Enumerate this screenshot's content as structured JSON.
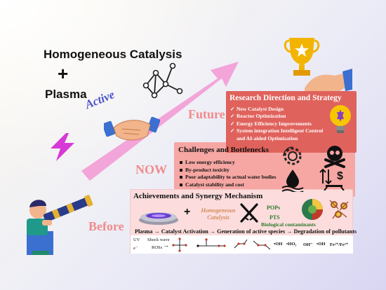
{
  "header": {
    "title": "Homogeneous Catalysis",
    "plus": "+",
    "subtitle": "Plasma"
  },
  "labels": {
    "active": "Active",
    "future": "Future",
    "now": "NOW",
    "before": "Before"
  },
  "future_panel": {
    "title": "Research Direction and Strategy",
    "check_glyph": "✓",
    "items": [
      "New Catalyst Design",
      "Reactor Optimization",
      "Energy Efficiency Improvements",
      "System integration Intelligent Control",
      "and AI-aided Optimization"
    ]
  },
  "now_panel": {
    "title": "Challenges and Bottlenecks",
    "items": [
      "Low energy efficiency",
      "By-product toxicity",
      "Poor adaptability to actual water bodies",
      "Catalyst stability and cost"
    ]
  },
  "before_panel": {
    "title": "Achievements and Synergy Mechanism",
    "plus": "+",
    "catalysis_line1": "Homogeneous",
    "catalysis_line2": "Catalysis",
    "pollutant1": "POPs",
    "pollutant2": "PTS",
    "contaminants": "Biological contaminants",
    "mechanism": "Plasma → Catalyst Activation → Generation of active species → Degradation of pollutants"
  },
  "species": {
    "uv": "UV",
    "shock_wave": "Shock wave",
    "ros": "ROSs",
    "electron": "e⁻",
    "arrow": "→",
    "oh1": "•OH",
    "ho2": "•HO₂",
    "oh_minus": "OH⁻",
    "oh2": "•OH",
    "iron": "Fe²⁺/Fe³⁺"
  },
  "colors": {
    "future_panel": "#e0625c",
    "now_panel": "#f6a7a3",
    "before_panel": "#fcdcdc",
    "stage_label": "#f08c8c",
    "active_label": "#4a55c8",
    "arrow": "#f29fd6",
    "trophy": "#f2b400",
    "lightning": "#d63ad6"
  },
  "icons": [
    "molecule-icon",
    "handshake-icon",
    "lightning-icon",
    "telescope-person-icon",
    "trophy-icon",
    "hand-icon",
    "gear-icon",
    "skull-icon",
    "water-drop-icon",
    "money-arrows-icon",
    "lightbulb-icon",
    "plasma-reactor-icon",
    "crossed-swords-icon",
    "pie-chart-icon",
    "bacteria-icon"
  ]
}
